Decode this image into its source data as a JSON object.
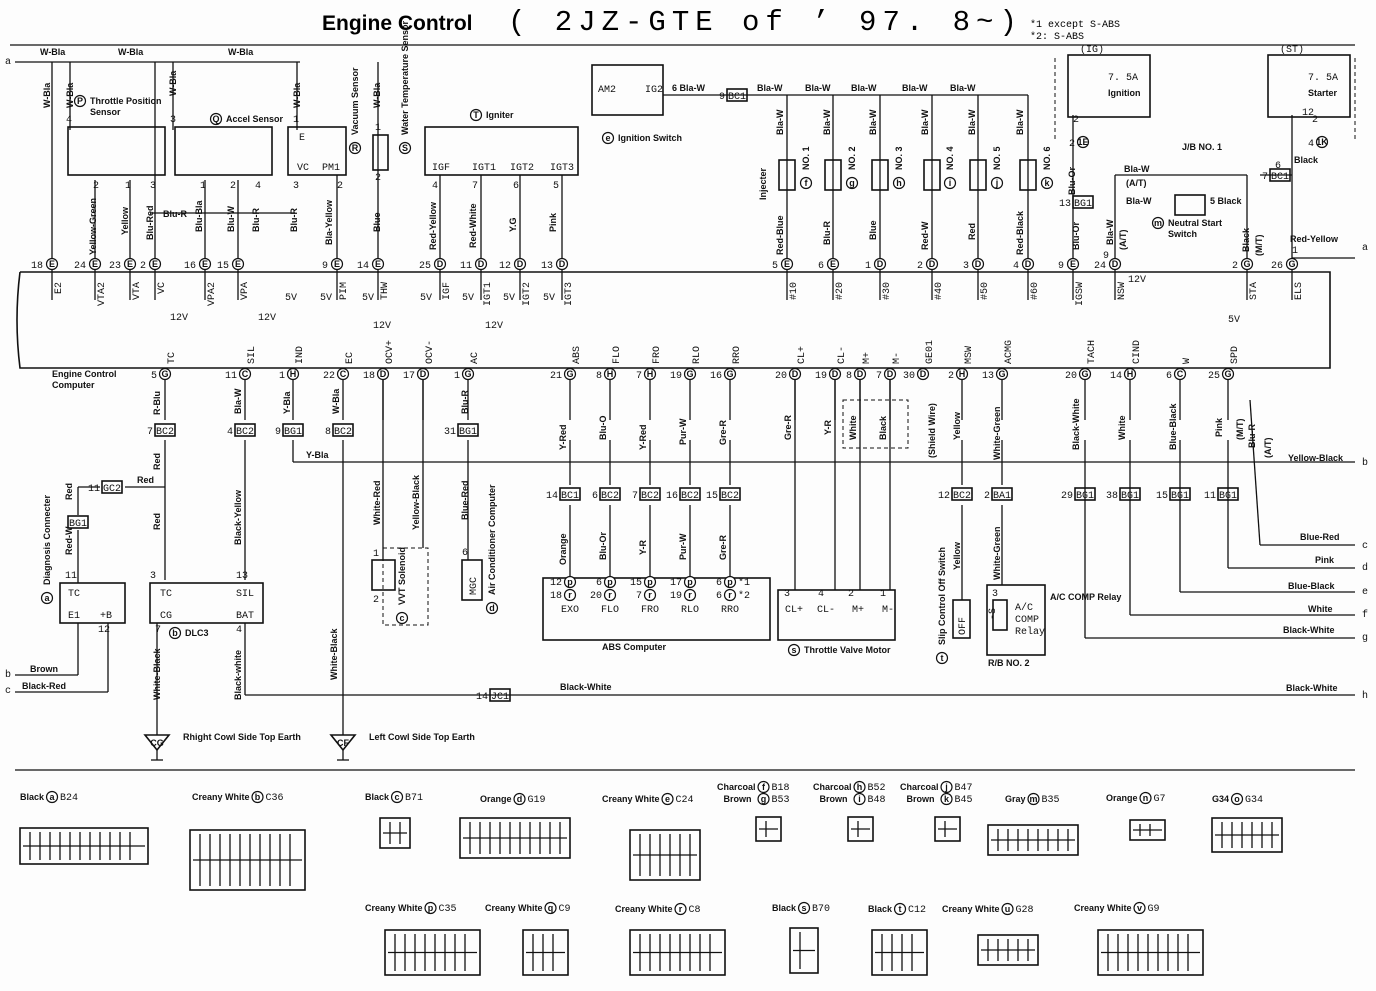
{
  "header": {
    "title": "Engine Control",
    "model": "( 2JZ-GTE of ’ 97. 8~)",
    "notes": [
      "*1 except S-ABS",
      "*2: S-ABS"
    ]
  },
  "ecu": {
    "name": "Engine Control Computer",
    "top_pins": [
      {
        "num": "18",
        "conn": "E",
        "term": "E2"
      },
      {
        "num": "24",
        "conn": "E",
        "term": "VTA2"
      },
      {
        "num": "23",
        "conn": "E",
        "term": "VTA"
      },
      {
        "num": "2",
        "conn": "E",
        "term": "VC"
      },
      {
        "num": "16",
        "conn": "E",
        "term": "VPA2"
      },
      {
        "num": "15",
        "conn": "E",
        "term": "VPA"
      },
      {
        "num": "9",
        "conn": "E",
        "term": "PIM"
      },
      {
        "num": "14",
        "conn": "E",
        "term": "THW"
      },
      {
        "num": "25",
        "conn": "D",
        "term": "IGF"
      },
      {
        "num": "11",
        "conn": "D",
        "term": "IGT1"
      },
      {
        "num": "12",
        "conn": "D",
        "term": "IGT2"
      },
      {
        "num": "13",
        "conn": "D",
        "term": "IGT3"
      },
      {
        "num": "5",
        "conn": "E",
        "term": "#10"
      },
      {
        "num": "6",
        "conn": "E",
        "term": "#20"
      },
      {
        "num": "1",
        "conn": "D",
        "term": "#30"
      },
      {
        "num": "2",
        "conn": "D",
        "term": "#40"
      },
      {
        "num": "3",
        "conn": "D",
        "term": "#50"
      },
      {
        "num": "4",
        "conn": "D",
        "term": "#60"
      },
      {
        "num": "9",
        "conn": "E",
        "term": "IGSW"
      },
      {
        "num": "24",
        "conn": "D",
        "term": "NSW"
      },
      {
        "num": "2",
        "conn": "G",
        "term": "STA"
      },
      {
        "num": "26",
        "conn": "G",
        "term": "ELS"
      }
    ],
    "bottom_pins": [
      {
        "num": "5",
        "conn": "G",
        "term": "TC"
      },
      {
        "num": "11",
        "conn": "C",
        "term": "SIL"
      },
      {
        "num": "1",
        "conn": "H",
        "term": "IND"
      },
      {
        "num": "22",
        "conn": "C",
        "term": "EC"
      },
      {
        "num": "18",
        "conn": "D",
        "term": "OCV+"
      },
      {
        "num": "17",
        "conn": "D",
        "term": "OCV-"
      },
      {
        "num": "1",
        "conn": "G",
        "term": "AC"
      },
      {
        "num": "21",
        "conn": "G",
        "term": "ABS"
      },
      {
        "num": "8",
        "conn": "H",
        "term": "FLO"
      },
      {
        "num": "7",
        "conn": "H",
        "term": "FRO"
      },
      {
        "num": "19",
        "conn": "G",
        "term": "RLO"
      },
      {
        "num": "16",
        "conn": "G",
        "term": "RRO"
      },
      {
        "num": "20",
        "conn": "D",
        "term": "CL+"
      },
      {
        "num": "19",
        "conn": "D",
        "term": "CL-"
      },
      {
        "num": "8",
        "conn": "D",
        "term": "M+"
      },
      {
        "num": "7",
        "conn": "D",
        "term": "M-"
      },
      {
        "num": "30",
        "conn": "D",
        "term": "GE01"
      },
      {
        "num": "2",
        "conn": "H",
        "term": "MSW"
      },
      {
        "num": "13",
        "conn": "G",
        "term": "ACMG"
      },
      {
        "num": "20",
        "conn": "G",
        "term": "TACH"
      },
      {
        "num": "14",
        "conn": "H",
        "term": "CIND"
      },
      {
        "num": "6",
        "conn": "C",
        "term": "W"
      },
      {
        "num": "25",
        "conn": "G",
        "term": "SPD"
      }
    ],
    "voltages": [
      "5V",
      "5V",
      "5V",
      "5V",
      "5V",
      "5V",
      "5V",
      "12V",
      "12V",
      "12V",
      "12V",
      "12V",
      "5V"
    ]
  },
  "components": [
    {
      "letter": "P",
      "name": "Throttle Position Sensor"
    },
    {
      "letter": "Q",
      "name": "Accel Sensor"
    },
    {
      "letter": "R",
      "name": "Vacuum Sensor"
    },
    {
      "letter": "S",
      "name": "Water Temperature Sensor"
    },
    {
      "letter": "T",
      "name": "Igniter"
    },
    {
      "letter": "e",
      "name": "Ignition Switch"
    },
    {
      "letter": "",
      "name": "Injecter"
    },
    {
      "letter": "f",
      "name": "NO. 1"
    },
    {
      "letter": "g",
      "name": "NO. 2"
    },
    {
      "letter": "h",
      "name": "NO. 3"
    },
    {
      "letter": "i",
      "name": "NO. 4"
    },
    {
      "letter": "j",
      "name": "NO. 5"
    },
    {
      "letter": "k",
      "name": "NO. 6"
    },
    {
      "letter": "m",
      "name": "Neutral Start Switch"
    },
    {
      "letter": "a",
      "name": "Diagnosis Connecter"
    },
    {
      "letter": "b",
      "name": "DLC3"
    },
    {
      "letter": "c",
      "name": "VVT Solenoid"
    },
    {
      "letter": "d",
      "name": "Air Conditioner Computer"
    },
    {
      "letter": "",
      "name": "ABS Computer"
    },
    {
      "letter": "s",
      "name": "Throttle Valve Motor"
    },
    {
      "letter": "t",
      "name": "Slip Control Off Switch"
    },
    {
      "letter": "",
      "name": "A/C COMP Relay"
    },
    {
      "letter": "",
      "name": "R/B NO. 2"
    },
    {
      "letter": "",
      "name": "J/B NO. 1"
    }
  ],
  "fuses": [
    {
      "circuit": "(IG)",
      "rating": "7. 5A",
      "name": "Ignition",
      "pin": "2",
      "conn": "1E",
      "conn_pin": "2"
    },
    {
      "circuit": "(ST)",
      "rating": "7. 5A",
      "name": "Starter",
      "pin": "2",
      "conn": "1K",
      "conn_pin": "4"
    }
  ],
  "box_terms": {
    "vacuum": [
      "E",
      "VC",
      "PM1"
    ],
    "igniter": [
      "IGF",
      "IGT1",
      "IGT2",
      "IGT3"
    ],
    "ign_switch": [
      "AM2",
      "IG2"
    ],
    "diag": [
      "TC",
      "E1",
      "+B"
    ],
    "dlc3": [
      "TC",
      "SIL",
      "CG",
      "BAT"
    ],
    "mgc": "MGC",
    "abs": [
      "EXO",
      "FLO",
      "FRO",
      "RLO",
      "RRO"
    ],
    "abs_pins_1": [
      "12",
      "6",
      "15",
      "17",
      "6"
    ],
    "abs_pins_2": [
      "18",
      "20",
      "7",
      "19",
      "6"
    ],
    "abs_marks": [
      "*1",
      "*2"
    ],
    "throttle_motor": [
      "CL+",
      "CL-",
      "M+",
      "M-"
    ],
    "slip_switch": "OFF",
    "relay": [
      "-S",
      "A/C",
      "COMP",
      "Relay"
    ]
  },
  "pin_numbers": [
    "4",
    "3",
    "2",
    "1",
    "3",
    "1",
    "2",
    "4",
    "1",
    "3",
    "2",
    "1",
    "2",
    "4",
    "7",
    "6",
    "5",
    "6",
    "11",
    "12",
    "3",
    "13",
    "7",
    "4",
    "1",
    "2",
    "6",
    "3",
    "4",
    "2",
    "1",
    "3",
    "1",
    "12",
    "9"
  ],
  "splices": [
    {
      "pin": "9",
      "id": "BC1"
    },
    {
      "pin": "13",
      "id": "BG1"
    },
    {
      "pin": "7",
      "id": "BC1"
    },
    {
      "pin": "7",
      "id": "BC2"
    },
    {
      "pin": "4",
      "id": "BC2"
    },
    {
      "pin": "9",
      "id": "BG1"
    },
    {
      "pin": "8",
      "id": "BC2"
    },
    {
      "pin": "31",
      "id": "BG1"
    },
    {
      "pin": "11",
      "id": "GC2"
    },
    {
      "pin": "",
      "id": "BG1"
    },
    {
      "pin": "14",
      "id": "BC1"
    },
    {
      "pin": "6",
      "id": "BC2"
    },
    {
      "pin": "7",
      "id": "BC2"
    },
    {
      "pin": "16",
      "id": "BC2"
    },
    {
      "pin": "15",
      "id": "BC2"
    },
    {
      "pin": "12",
      "id": "BC2"
    },
    {
      "pin": "2",
      "id": "BA1"
    },
    {
      "pin": "29",
      "id": "BG1"
    },
    {
      "pin": "38",
      "id": "BG1"
    },
    {
      "pin": "15",
      "id": "BG1"
    },
    {
      "pin": "11",
      "id": "BG1"
    },
    {
      "pin": "14",
      "id": "JC1"
    }
  ],
  "wires": [
    "W-Bla",
    "W-Bla",
    "W-Bla",
    "W-Bla",
    "W-Bla",
    "W-Bla",
    "W-Bla",
    "W-Bla",
    "Yellow-Green",
    "Yellow",
    "Blu-Red",
    "Blu-R",
    "Blu-Bla",
    "Blu-W",
    "Blu-R",
    "Blu-R",
    "Bla-Yellow",
    "Blue",
    "Red-Yellow",
    "Red-White",
    "Y.G",
    "Pink",
    "6 Bla-W",
    "Bla-W",
    "Bla-W",
    "Bla-W",
    "Bla-W",
    "Bla-W",
    "Bla-W",
    "Bla-W",
    "Bla-W",
    "Bla-W",
    "Bla-W",
    "Bla-W",
    "Red-Blue",
    "Blu-R",
    "Blue",
    "Red-W",
    "Red",
    "Red-Black",
    "Blu-Or",
    "Blu-Or",
    "Bla-W",
    "(A/T)",
    "Bla-W",
    "(A/T)",
    "Bla-W",
    "5 Black",
    "Black",
    "Black",
    "(M/T)",
    "Red-Yellow",
    "R-Blu",
    "Bla-W",
    "Y-Bla",
    "W-Bla",
    "Blu-R",
    "Y-Bla",
    "Red",
    "Red",
    "Red",
    "Red",
    "Red-W",
    "Black-Yellow",
    "White-Black",
    "Black-white",
    "White-Black",
    "White-Red",
    "Yellow-Black",
    "Blue-Red",
    "Black-White",
    "Brown",
    "Black-Red",
    "Y-Red",
    "Blu-O",
    "Y-Red",
    "Pur-W",
    "Gre-R",
    "Orange",
    "Blu-Or",
    "Y-R",
    "Pur-W",
    "Gre-R",
    "Gre-R",
    "Y-R",
    "White",
    "Black",
    "(Shield Wire)",
    "Yellow",
    "White-Green",
    "Yellow",
    "White-Green",
    "Black-White",
    "White",
    "Blue-Black",
    "Pink",
    "Blu-R",
    "(M/T)",
    "(A/T)",
    "Yellow-Black",
    "Blue-Red",
    "Pink",
    "Blue-Black",
    "White",
    "Black-White",
    "Black-White"
  ],
  "edge_refs": {
    "left": [
      "a",
      "b",
      "c"
    ],
    "right": [
      "a",
      "b",
      "c",
      "d",
      "e",
      "f",
      "g",
      "h"
    ]
  },
  "earths": [
    {
      "id": "CG",
      "name": "Rhight Cowl Side Top Earth"
    },
    {
      "id": "CF",
      "name": "Left Cowl Side Top Earth"
    }
  ],
  "connectors": [
    {
      "color": "Black",
      "letter": "a",
      "code": "B24"
    },
    {
      "color": "Creany White",
      "letter": "b",
      "code": "C36"
    },
    {
      "color": "Black",
      "letter": "c",
      "code": "B71"
    },
    {
      "color": "Orange",
      "letter": "d",
      "code": "G19"
    },
    {
      "color": "Creany White",
      "letter": "e",
      "code": "C24"
    },
    {
      "color": "Charcoal",
      "letter": "f",
      "code": "B18",
      "alt_color": "Brown",
      "alt_letter": "g",
      "alt_code": "B53"
    },
    {
      "color": "Charcoal",
      "letter": "h",
      "code": "B52",
      "alt_color": "Brown",
      "alt_letter": "i",
      "alt_code": "B48"
    },
    {
      "color": "Charcoal",
      "letter": "j",
      "code": "B47",
      "alt_color": "Brown",
      "alt_letter": "k",
      "alt_code": "B45"
    },
    {
      "color": "Gray",
      "letter": "m",
      "code": "B35"
    },
    {
      "color": "Orange",
      "letter": "n",
      "code": "G7"
    },
    {
      "color": "G34",
      "letter": "o",
      "code": "G34"
    },
    {
      "color": "Creany White",
      "letter": "p",
      "code": "C35"
    },
    {
      "color": "Creany White",
      "letter": "q",
      "code": "C9"
    },
    {
      "color": "Creany White",
      "letter": "r",
      "code": "C8"
    },
    {
      "color": "Black",
      "letter": "s",
      "code": "B70"
    },
    {
      "color": "Black",
      "letter": "t",
      "code": "C12"
    },
    {
      "color": "Creany White",
      "letter": "u",
      "code": "G28"
    },
    {
      "color": "Creany White",
      "letter": "v",
      "code": "G9"
    }
  ],
  "colors": {
    "ink": "#111111",
    "paper": "#fdfdfd"
  }
}
